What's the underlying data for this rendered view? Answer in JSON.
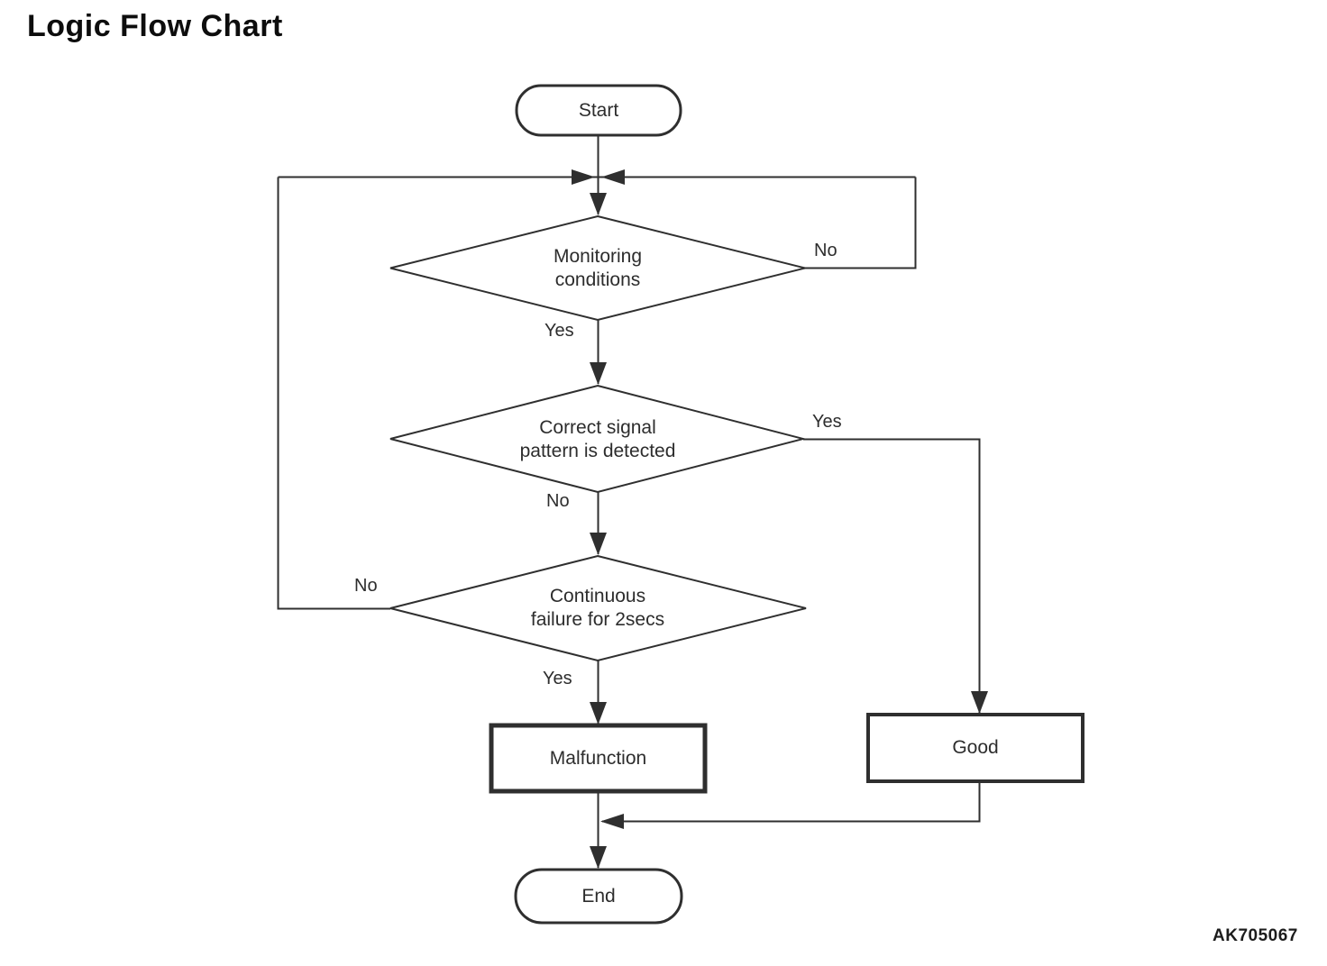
{
  "page": {
    "title": "Logic Flow Chart",
    "code": "AK705067"
  },
  "flowchart": {
    "nodes": {
      "start": {
        "type": "terminator",
        "label": "Start"
      },
      "monitoring": {
        "type": "decision",
        "label": "Monitoring\nconditions"
      },
      "signal": {
        "type": "decision",
        "label": "Correct signal\npattern is detected"
      },
      "failure": {
        "type": "decision",
        "label": "Continuous\nfailure for 2secs"
      },
      "malfunction": {
        "type": "process",
        "label": "Malfunction"
      },
      "good": {
        "type": "process",
        "label": "Good"
      },
      "end": {
        "type": "terminator",
        "label": "End"
      }
    },
    "branches": {
      "monitoring_no": "No",
      "monitoring_yes": "Yes",
      "signal_yes": "Yes",
      "signal_no": "No",
      "failure_no": "No",
      "failure_yes": "Yes"
    },
    "edges": [
      {
        "from": "start",
        "to": "monitoring",
        "label": ""
      },
      {
        "from": "monitoring",
        "to": "monitoring",
        "label": "No",
        "note": "loop back above monitoring"
      },
      {
        "from": "monitoring",
        "to": "signal",
        "label": "Yes"
      },
      {
        "from": "signal",
        "to": "good",
        "label": "Yes"
      },
      {
        "from": "signal",
        "to": "failure",
        "label": "No"
      },
      {
        "from": "failure",
        "to": "monitoring",
        "label": "No",
        "note": "loop back above monitoring"
      },
      {
        "from": "failure",
        "to": "malfunction",
        "label": "Yes"
      },
      {
        "from": "malfunction",
        "to": "end",
        "label": ""
      },
      {
        "from": "good",
        "to": "end",
        "label": ""
      }
    ],
    "colors": {
      "line": "#2f2f2f",
      "text": "#2d2d2d",
      "background": "#ffffff"
    }
  }
}
